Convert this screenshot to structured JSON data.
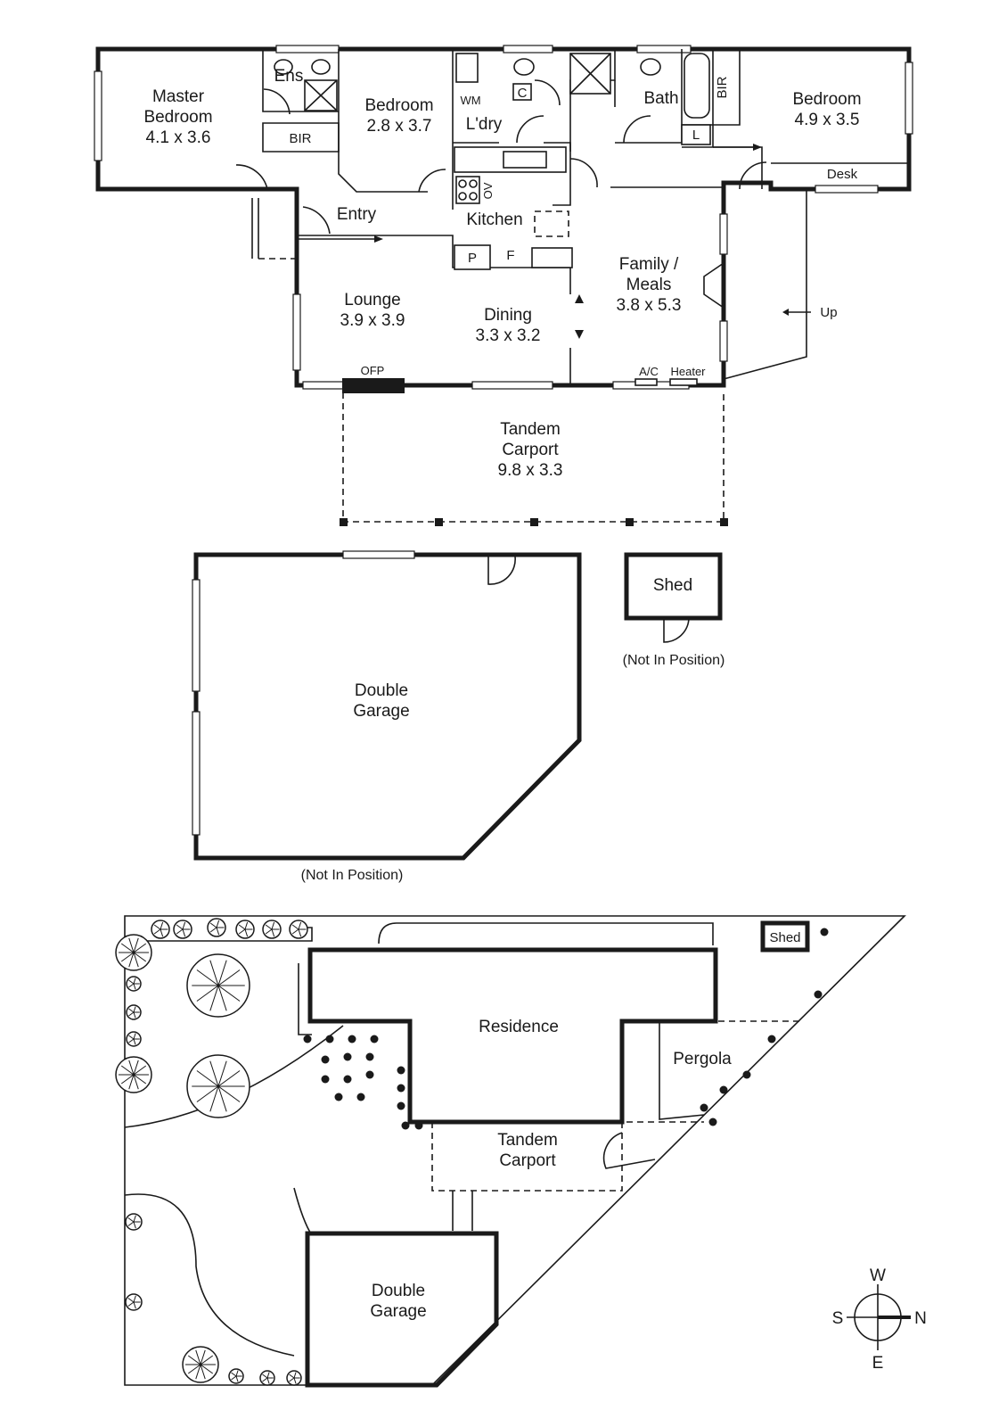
{
  "floor_plan": {
    "rooms": {
      "master_bedroom": {
        "name": "Master\nBedroom",
        "size": "4.1 x 3.6"
      },
      "ensuite": {
        "name": "Ens"
      },
      "bir_master": {
        "name": "BIR"
      },
      "bedroom_2": {
        "name": "Bedroom",
        "size": "2.8 x 3.7"
      },
      "wm": {
        "name": "WM"
      },
      "laundry": {
        "name": "L'dry"
      },
      "c": {
        "name": "C"
      },
      "bath": {
        "name": "Bath"
      },
      "bir_bed3": {
        "name": "BIR"
      },
      "l": {
        "name": "L"
      },
      "bedroom_3": {
        "name": "Bedroom",
        "size": "4.9 x 3.5"
      },
      "desk": {
        "name": "Desk"
      },
      "ov": {
        "name": "OV"
      },
      "kitchen": {
        "name": "Kitchen"
      },
      "entry": {
        "name": "Entry"
      },
      "p": {
        "name": "P"
      },
      "f": {
        "name": "F"
      },
      "lounge": {
        "name": "Lounge",
        "size": "3.9 x 3.9"
      },
      "dining": {
        "name": "Dining",
        "size": "3.3 x 3.2"
      },
      "family_meals": {
        "name": "Family /\nMeals",
        "size": "3.8 x 5.3"
      },
      "up": {
        "name": "Up"
      },
      "ofp": {
        "name": "OFP"
      },
      "ac": {
        "name": "A/C"
      },
      "heater": {
        "name": "Heater"
      },
      "carport": {
        "name": "Tandem\nCarport",
        "size": "9.8 x 3.3"
      }
    }
  },
  "outbuildings": {
    "garage": {
      "name": "Double\nGarage",
      "note": "(Not In Position)"
    },
    "shed": {
      "name": "Shed",
      "note": "(Not In Position)"
    }
  },
  "site_plan": {
    "shed": "Shed",
    "residence": "Residence",
    "pergola": "Pergola",
    "carport": "Tandem\nCarport",
    "garage": "Double\nGarage"
  },
  "compass": {
    "w": "W",
    "s": "S",
    "n": "N",
    "e": "E"
  }
}
